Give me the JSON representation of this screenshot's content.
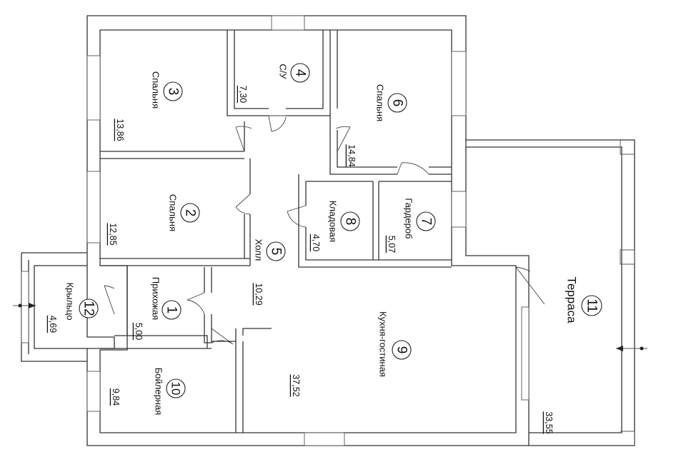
{
  "rooms": [
    {
      "id": "r1",
      "number": "1",
      "name": "Прихожая",
      "area": "5,00"
    },
    {
      "id": "r2",
      "number": "2",
      "name": "Спальня",
      "area": "12,85"
    },
    {
      "id": "r3",
      "number": "3",
      "name": "Спальня",
      "area": "13,86"
    },
    {
      "id": "r4",
      "number": "4",
      "name": "С/У",
      "area": "7,30"
    },
    {
      "id": "r5",
      "number": "5",
      "name": "Холл",
      "area": "10,29"
    },
    {
      "id": "r6",
      "number": "6",
      "name": "Спальня",
      "area": "14,84"
    },
    {
      "id": "r7",
      "number": "7",
      "name": "Гардероб",
      "area": "5,07"
    },
    {
      "id": "r8",
      "number": "8",
      "name": "Кладовая",
      "area": "4,70"
    },
    {
      "id": "r9",
      "number": "9",
      "name": "Кухня-гостиная",
      "area": "37,52"
    },
    {
      "id": "r10",
      "number": "10",
      "name": "Бойлерная",
      "area": "9,84"
    },
    {
      "id": "r11",
      "number": "11",
      "name": "Терраса",
      "area": "33,55"
    },
    {
      "id": "r12",
      "number": "12",
      "name": "Крыльцо",
      "area": "4,69"
    }
  ],
  "colors": {
    "line": "#333333",
    "text": "#111111",
    "background": "#ffffff"
  }
}
